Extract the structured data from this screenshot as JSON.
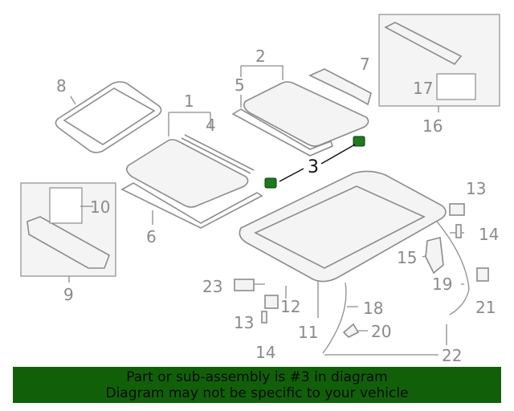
{
  "diagram": {
    "highlighted_part": "3",
    "highlight_color": "#1f7a1f",
    "callouts": [
      "1",
      "2",
      "3",
      "4",
      "5",
      "6",
      "7",
      "8",
      "9",
      "10",
      "11",
      "12",
      "13",
      "13",
      "14",
      "14",
      "15",
      "16",
      "17",
      "18",
      "19",
      "20",
      "21",
      "22",
      "23"
    ]
  },
  "banner": {
    "line1": "Part or sub-assembly is #3 in diagram",
    "line2": "Diagram may not be specific to your vehicle",
    "color": "#116009"
  }
}
